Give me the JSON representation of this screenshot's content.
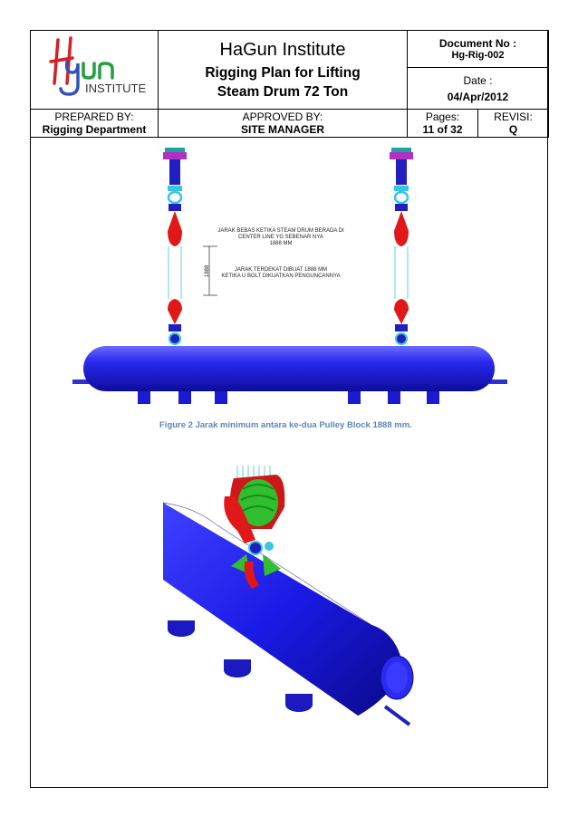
{
  "header": {
    "logo_brand": "HGun",
    "logo_sub": "INSTITUTE",
    "institute_name": "HaGun Institute",
    "plan_title_line1": "Rigging Plan for Lifting",
    "plan_title_line2": "Steam Drum 72 Ton",
    "document_no_label": "Document No :",
    "document_no": "Hg-Rig-002",
    "date_label": "Date :",
    "date": "04/Apr/2012",
    "prepared_by_label": "PREPARED BY:",
    "prepared_by": "Rigging Department",
    "approved_by_label": "APPROVED BY:",
    "approved_by": "SITE MANAGER",
    "pages_label": "Pages:",
    "pages": "11 of 32",
    "revisi_label": "REVISI:",
    "revisi": "Q"
  },
  "figure1": {
    "note_line1": "JARAK BEBAS KETIKA STEAM DRUM BERADA DI",
    "note_line2": "CENTER LINE YG SEBENAR NYA",
    "note_line3": "1888 MM",
    "note_line4": "JARAK TERDEKAT DIBUAT 1888 MM",
    "note_line5": "KETIKA U BOLT DIKUATKAN PENGUNCANNYA",
    "dimension": "1888",
    "caption": "Figure 2 Jarak minimum antara ke-dua Pulley Block 1888 mm."
  },
  "colors": {
    "drum_blue": "#1a1ae6",
    "block_red": "#e01818",
    "shackle_cyan": "#39c6e0",
    "coil_green": "#2fbf2f",
    "caption_blue": "#5b86b8"
  }
}
